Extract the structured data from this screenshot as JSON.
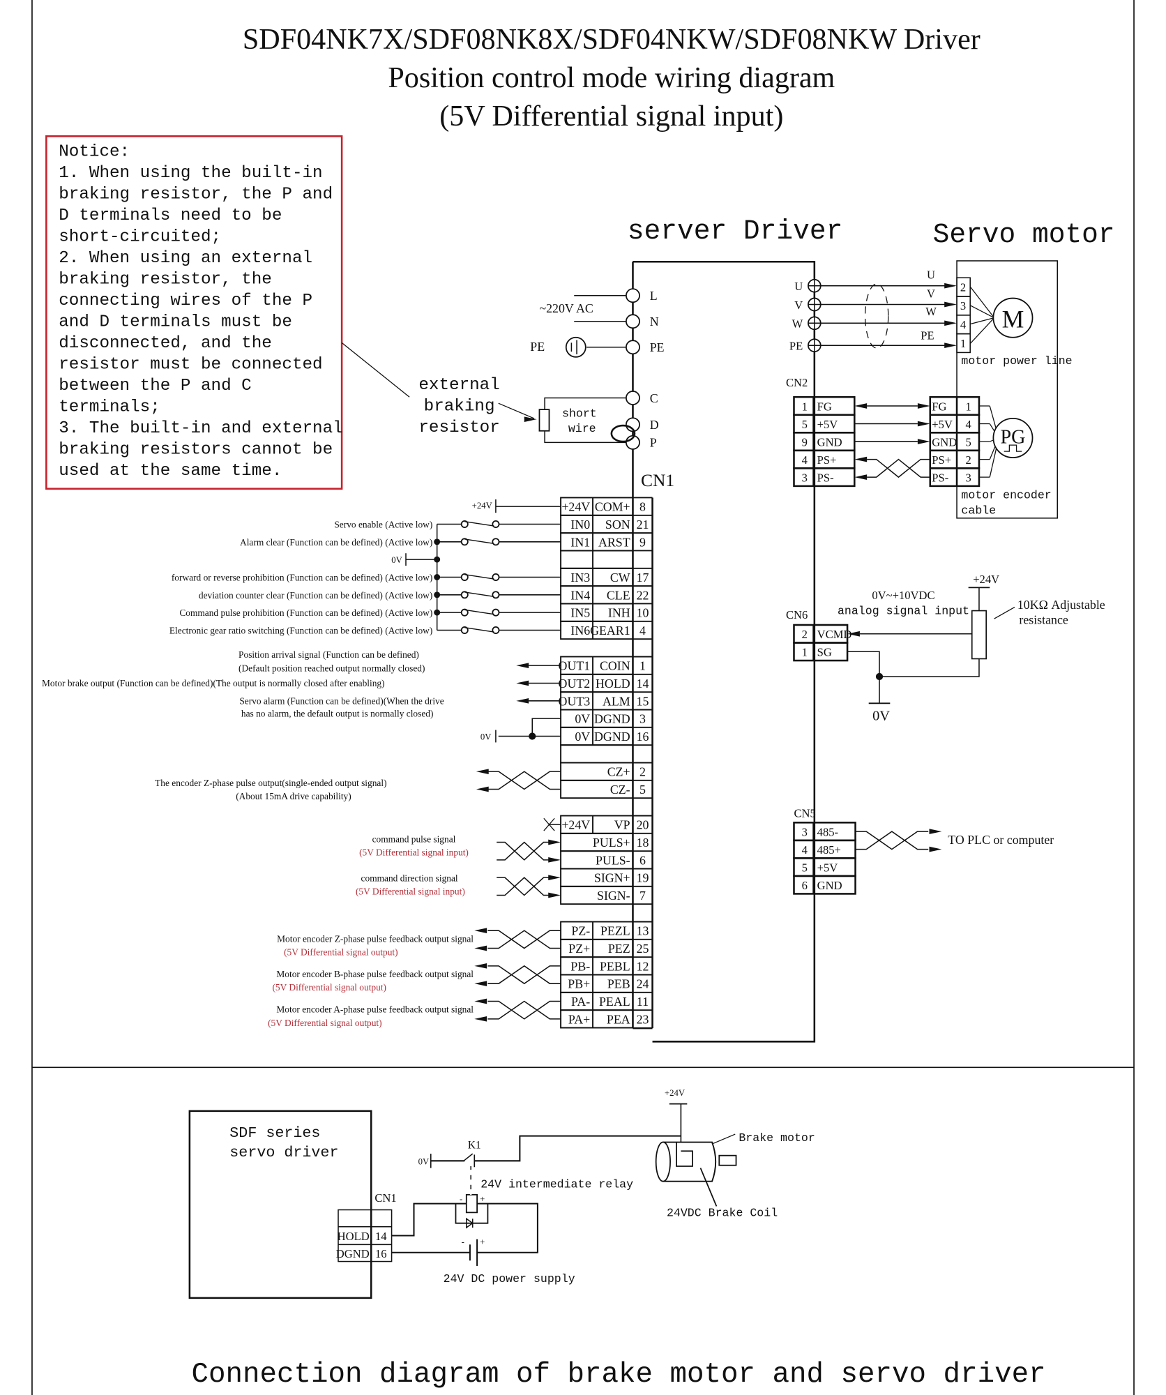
{
  "title": {
    "line1": "SDF04NK7X/SDF08NK8X/SDF04NKW/SDF08NKW Driver",
    "line2": "Position control mode wiring diagram",
    "line3": "(5V Differential signal input)"
  },
  "notice": {
    "lines": [
      "Notice:",
      "1. When using the built-in",
      "braking resistor, the P and",
      "D terminals need to be",
      "short-circuited;",
      "2. When using an external",
      "braking resistor, the",
      "connecting wires of the P",
      "and D terminals must be",
      "disconnected, and the",
      "resistor must be connected",
      "between the P and C",
      "terminals;",
      "3. The built-in and external",
      "braking resistors cannot be",
      "used at the same time."
    ]
  },
  "colors": {
    "notice_border": "#c8202a",
    "red_text": "#b3303a",
    "line": "#111111"
  },
  "driver": {
    "label": "server Driver",
    "power_terminals": [
      "L",
      "N",
      "PE",
      "C",
      "D",
      "P"
    ],
    "ac_label": "~220V AC",
    "pe_label": "PE",
    "ext_resistor": [
      "external",
      "braking",
      "resistor"
    ],
    "short_wire": [
      "short",
      "wire"
    ],
    "cn1_label": "CN1"
  },
  "motor": {
    "label": "Servo motor",
    "terminals": [
      "U",
      "V",
      "W",
      "PE"
    ],
    "pins": [
      "2",
      "3",
      "4",
      "1"
    ],
    "motor_symbol": "M",
    "power_line": "motor power line",
    "encoder_symbol": "PG",
    "encoder_cable": [
      "motor encoder",
      "cable"
    ]
  },
  "cn2": {
    "label": "CN2",
    "rows": [
      [
        "1",
        "FG"
      ],
      [
        "5",
        "+5V"
      ],
      [
        "9",
        "GND"
      ],
      [
        "4",
        "PS+"
      ],
      [
        "3",
        "PS-"
      ]
    ],
    "motor_rows": [
      [
        "FG",
        "1"
      ],
      [
        "+5V",
        "4"
      ],
      [
        "GND",
        "5"
      ],
      [
        "PS+",
        "2"
      ],
      [
        "PS-",
        "3"
      ]
    ]
  },
  "cn6": {
    "label": "CN6",
    "rows": [
      [
        "2",
        "VCMD"
      ],
      [
        "1",
        "SG"
      ]
    ],
    "range": "0V~+10VDC",
    "analog": "analog signal input",
    "supply": "+24V",
    "ground": "0V",
    "pot": [
      "10KΩ Adjustable",
      "resistance"
    ]
  },
  "cn5": {
    "label": "CN5",
    "rows": [
      [
        "3",
        "485-"
      ],
      [
        "4",
        "485+"
      ],
      [
        "5",
        "+5V"
      ],
      [
        "6",
        "GND"
      ]
    ],
    "target": "TO  PLC or computer"
  },
  "cn1": {
    "rows": [
      [
        "+24V",
        "COM+",
        "8"
      ],
      [
        "IN0",
        "SON",
        "21"
      ],
      [
        "IN1",
        "ARST",
        "9"
      ],
      [
        "",
        "",
        ""
      ],
      [
        "IN3",
        "CW",
        "17"
      ],
      [
        "IN4",
        "CLE",
        "22"
      ],
      [
        "IN5",
        "INH",
        "10"
      ],
      [
        "IN6",
        "GEAR1",
        "4"
      ],
      [
        "",
        "",
        ""
      ],
      [
        "OUT1",
        "COIN",
        "1"
      ],
      [
        "OUT2",
        "HOLD",
        "14"
      ],
      [
        "OUT3",
        "ALM",
        "15"
      ],
      [
        "0V",
        "DGND",
        "3"
      ],
      [
        "0V",
        "DGND",
        "16"
      ],
      [
        "",
        "",
        ""
      ],
      [
        "",
        "CZ+",
        "2"
      ],
      [
        "",
        "CZ-",
        "5"
      ],
      [
        "",
        "",
        ""
      ],
      [
        "+24V",
        "VP",
        "20"
      ],
      [
        "",
        "PULS+",
        "18"
      ],
      [
        "",
        "PULS-",
        "6"
      ],
      [
        "",
        "SIGN+",
        "19"
      ],
      [
        "",
        "SIGN-",
        "7"
      ],
      [
        "",
        "",
        ""
      ],
      [
        "PZ-",
        "PEZL",
        "13"
      ],
      [
        "PZ+",
        "PEZ",
        "25"
      ],
      [
        "PB-",
        "PEBL",
        "12"
      ],
      [
        "PB+",
        "PEB",
        "24"
      ],
      [
        "PA-",
        "PEAL",
        "11"
      ],
      [
        "PA+",
        "PEA",
        "23"
      ]
    ],
    "supply_24v": "+24V",
    "zero_v": "0V",
    "inputs": [
      "Servo enable (Active low)",
      "Alarm clear (Function can be defined)  (Active low)",
      "forward or reverse prohibition (Function can be defined)  (Active low)",
      "deviation counter clear (Function can be defined)  (Active low)",
      "Command pulse prohibition (Function can be defined)  (Active low)",
      "Electronic gear ratio switching (Function can be defined)  (Active low)"
    ],
    "outputs": {
      "coin": [
        "Position arrival signal (Function can be defined)",
        "(Default position reached output normally closed)"
      ],
      "hold": "Motor brake output (Function can be defined)(The output is normally closed after enabling)",
      "alm": [
        "Servo alarm (Function can be defined)(When the drive",
        "has no alarm, the default output is normally closed)"
      ]
    },
    "cz": [
      "The encoder Z-phase pulse output(single-ended output signal)",
      "(About 15mA drive capability)"
    ],
    "pulse": [
      "command pulse signal",
      "(5V Differential signal input)"
    ],
    "direction": [
      "command direction signal",
      "(5V Differential signal input)"
    ],
    "feedback": [
      [
        "Motor encoder Z-phase pulse feedback output signal",
        "(5V Differential signal output)"
      ],
      [
        "Motor encoder B-phase pulse feedback output signal",
        "(5V Differential signal output)"
      ],
      [
        "Motor encoder A-phase pulse feedback output signal",
        "(5V Differential signal output)"
      ]
    ]
  },
  "brake": {
    "driver": [
      "SDF series",
      "servo driver"
    ],
    "cn1_label": "CN1",
    "rows": [
      [
        "HOLD",
        "14"
      ],
      [
        "DGND",
        "16"
      ]
    ],
    "zero_v": "0V",
    "relay_contact": "K1",
    "relay": "24V intermediate relay",
    "coil_minus": "-",
    "coil_plus": "+",
    "supply": "24V DC power supply",
    "supply_24v": "+24V",
    "brake_motor": "Brake motor",
    "brake_coil": "24VDC Brake Coil",
    "caption": "Connection diagram of brake motor and servo driver"
  }
}
